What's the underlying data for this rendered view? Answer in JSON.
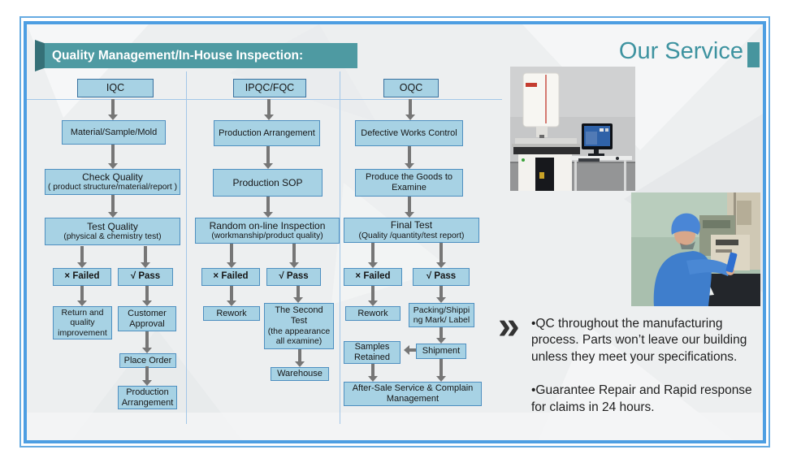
{
  "banner": {
    "title": "Quality Management/In-House Inspection:"
  },
  "service": {
    "title": "Our Service",
    "chevron_icon": "»",
    "bullet1": "•QC throughout the manufacturing process. Parts won’t leave our building unless they meet your specifications.",
    "bullet2": "•Guarantee Repair and Rapid response for claims in 24 hours."
  },
  "flowchart": {
    "iqc": {
      "header": "IQC",
      "n1": "Material/Sample/Mold",
      "n2a": "Check Quality",
      "n2b": "( product structure/material/report )",
      "n3a": "Test Quality",
      "n3b": "(physical & chemistry test)",
      "failed": "× Failed",
      "pass": "√ Pass",
      "fail_next": "Return and quality improvement",
      "pass_next": "Customer Approval",
      "n4": "Place Order",
      "n5": "Production Arrangement"
    },
    "ipqc": {
      "header": "IPQC/FQC",
      "n1": "Production Arrangement",
      "n2": "Production SOP",
      "n3a": "Random on-line Inspection",
      "n3b": "(workmanship/product quality)",
      "failed": "× Failed",
      "pass": "√ Pass",
      "fail_next": "Rework",
      "pass_next_t": "The Second Test",
      "pass_next_s": "(the appearance all examine)",
      "n4": "Warehouse"
    },
    "oqc": {
      "header": "OQC",
      "n1": "Defective Works Control",
      "n2": "Produce the Goods to Examine",
      "n3a": "Final Test",
      "n3b": "(Quality /quantity/test report)",
      "failed": "× Failed",
      "pass": "√ Pass",
      "fail_next": "Rework",
      "pass_next": "Packing/Shipping Mark/ Label",
      "samples": "Samples Retained",
      "shipment": "Shipment",
      "n4": "After-Sale Service & Complain Management"
    }
  },
  "colors": {
    "banner_teal": "#4e9aa2",
    "banner_fold_teal": "#357077",
    "service_title_teal": "#3e93a0",
    "border_blue_outer": "#66abe2",
    "border_blue_inner": "#4d9ee2",
    "box_fill": "#a7d2e4",
    "box_border": "#4e8fc0",
    "divider_blue": "#a3c7e8",
    "arrow_gray": "#767676",
    "background_gray": "#edeff0"
  }
}
